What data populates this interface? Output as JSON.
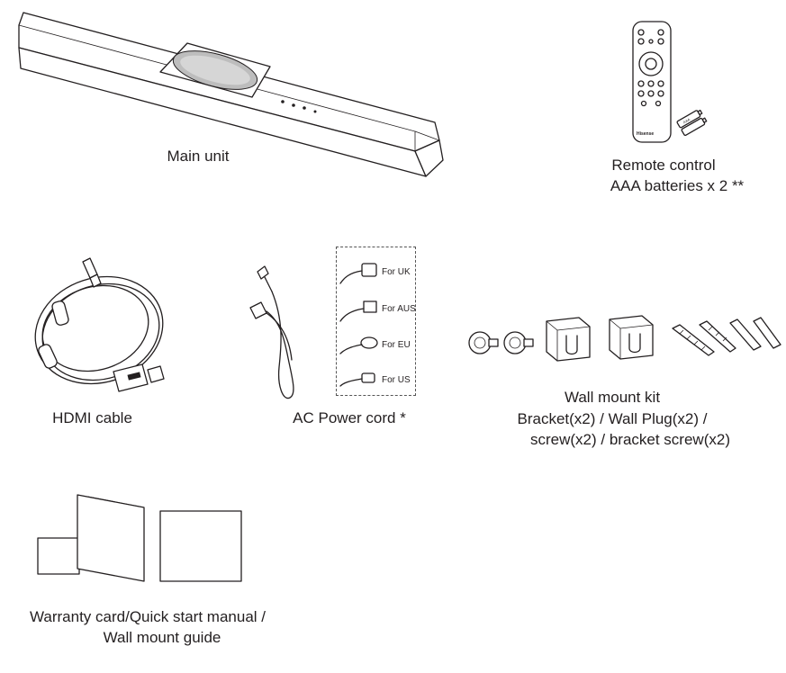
{
  "items": {
    "main_unit": {
      "caption": "Main unit"
    },
    "remote": {
      "caption_line1": "Remote control",
      "caption_line2": "AAA batteries x 2 **",
      "brand": "Hisense",
      "battery_label": "AAA"
    },
    "hdmi": {
      "caption": "HDMI cable"
    },
    "power": {
      "caption": "AC Power cord *",
      "plugs": [
        {
          "label": "For UK"
        },
        {
          "label": "For AUS"
        },
        {
          "label": "For EU"
        },
        {
          "label": "For US"
        }
      ]
    },
    "wall_kit": {
      "caption_line1": "Wall mount kit",
      "caption_line2": "Bracket(x2) / Wall Plug(x2) /",
      "caption_line3": "screw(x2) / bracket screw(x2)"
    },
    "docs": {
      "caption_line1": "Warranty card/Quick start manual /",
      "caption_line2": "Wall mount guide"
    }
  }
}
